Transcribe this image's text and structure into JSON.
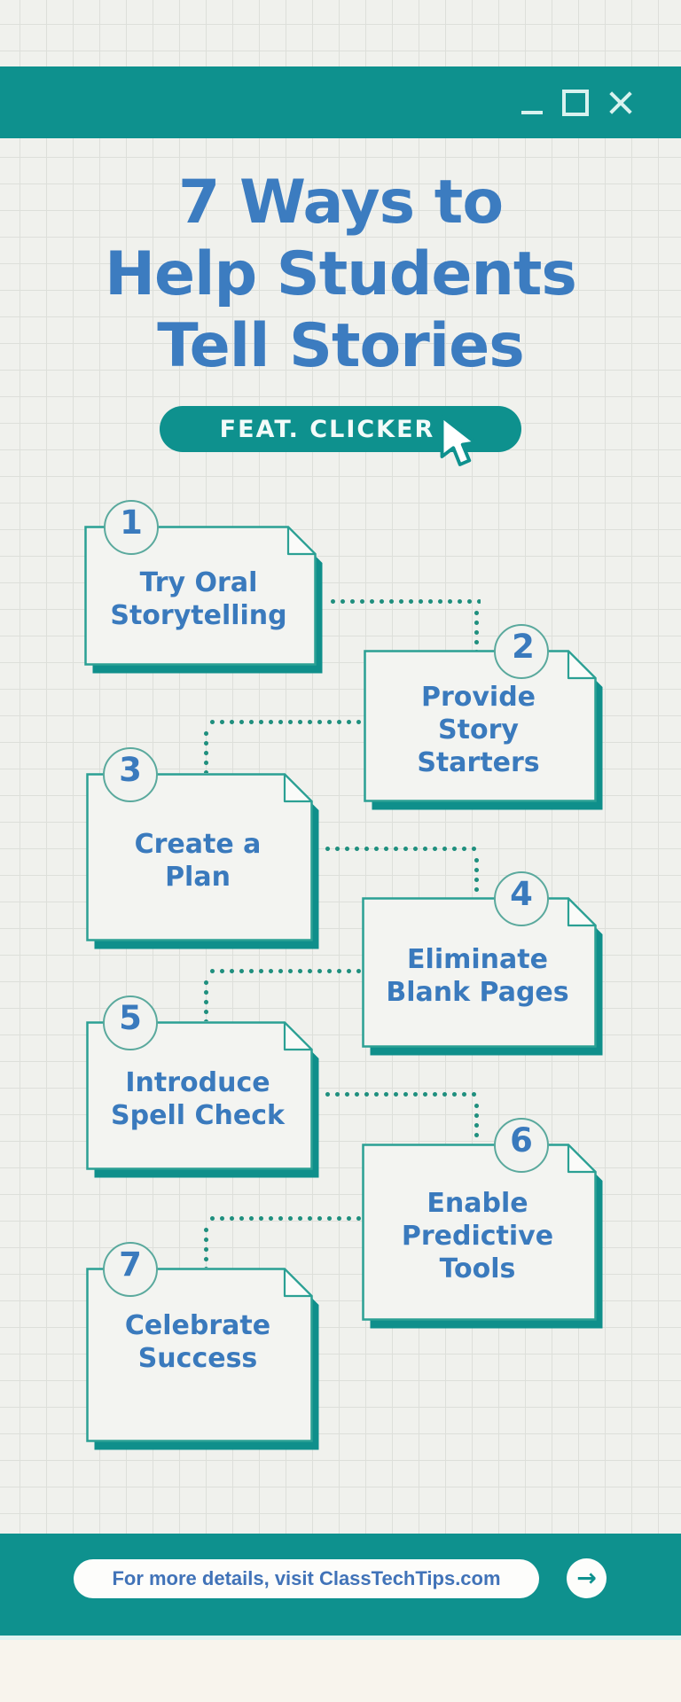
{
  "titlebar": {
    "controls": [
      "minimize",
      "maximize",
      "close"
    ]
  },
  "header": {
    "title_lines": [
      "7 Ways to",
      "Help Students",
      "Tell Stories"
    ]
  },
  "badge": {
    "label": "FEAT. CLICKER",
    "icon": "cursor-arrow-icon"
  },
  "cards": [
    {
      "number": "1",
      "lines": [
        "Try Oral",
        "Storytelling"
      ]
    },
    {
      "number": "2",
      "lines": [
        "Provide",
        "Story",
        "Starters"
      ]
    },
    {
      "number": "3",
      "lines": [
        "Create a",
        "Plan"
      ]
    },
    {
      "number": "4",
      "lines": [
        "Eliminate",
        "Blank Pages"
      ]
    },
    {
      "number": "5",
      "lines": [
        "Introduce",
        "Spell Check"
      ]
    },
    {
      "number": "6",
      "lines": [
        "Enable",
        "Predictive",
        "Tools"
      ]
    },
    {
      "number": "7",
      "lines": [
        "Celebrate",
        "Success"
      ]
    }
  ],
  "footer": {
    "link_text": "For more details, visit ClassTechTips.com",
    "arrow": "→"
  },
  "colors": {
    "teal_bar": "#0e918e",
    "card_border": "#2ba094",
    "card_shadow": "#0f8f8b",
    "dotted_line": "#1f8f7e",
    "text_blue": "#3a7abd",
    "title_blue": "#3c7cc0",
    "card_bg": "#f3f4f1",
    "grid_bg": "#f0f1ed",
    "bottom_cream": "#f8f4ed"
  }
}
